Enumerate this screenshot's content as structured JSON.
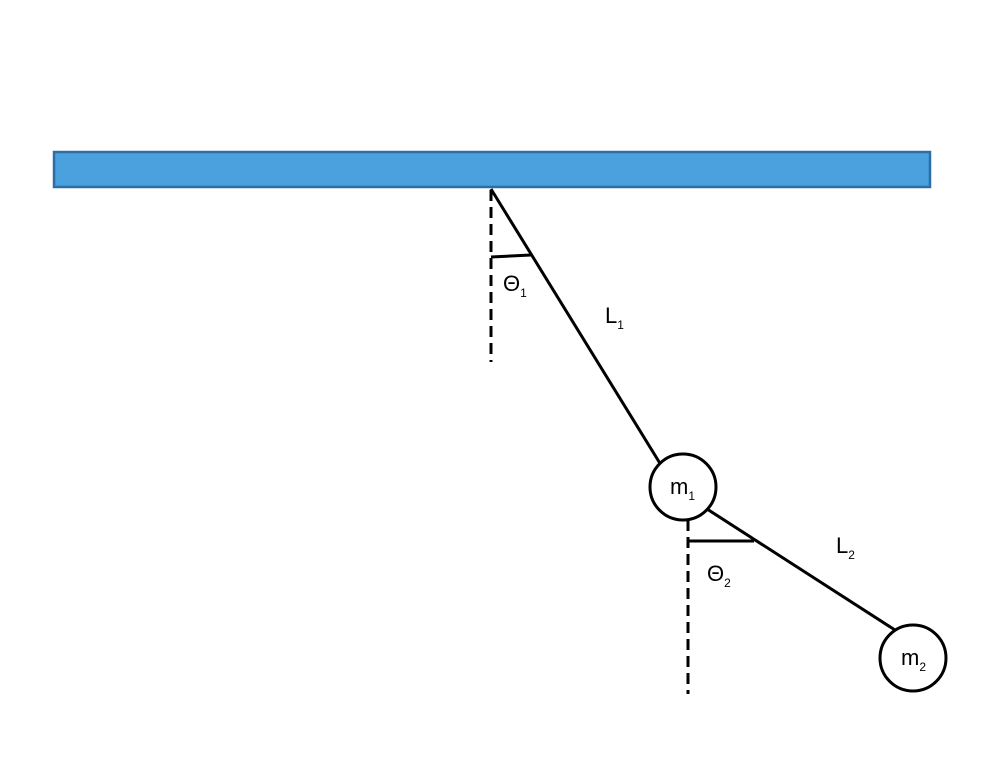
{
  "diagram": {
    "colors": {
      "ceiling_fill": "#4aa1de",
      "ceiling_stroke": "#2d6ea6",
      "line": "#000000"
    },
    "theta1": {
      "symbol": "Θ",
      "subscript": "1"
    },
    "theta2": {
      "symbol": "Θ",
      "subscript": "2"
    },
    "length1": {
      "symbol": "L",
      "subscript": "1"
    },
    "length2": {
      "symbol": "L",
      "subscript": "2"
    },
    "mass1": {
      "symbol": "m",
      "subscript": "1"
    },
    "mass2": {
      "symbol": "m",
      "subscript": "2"
    }
  }
}
